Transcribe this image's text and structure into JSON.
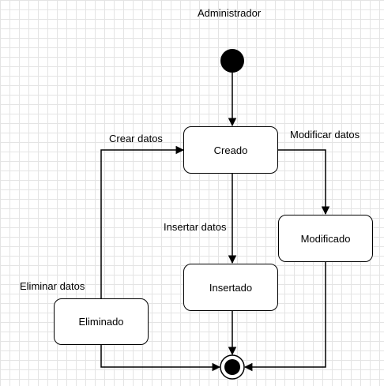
{
  "diagram": {
    "title": "Administrador",
    "states": {
      "creado": "Creado",
      "modificado": "Modificado",
      "insertado": "Insertado",
      "eliminado": "Eliminado"
    },
    "transitions": {
      "crear": "Crear datos",
      "modificar": "Modificar datos",
      "insertar": "Insertar datos",
      "eliminar": "Eliminar datos"
    },
    "colors": {
      "line": "#000000",
      "fill": "#ffffff",
      "grid": "#e4e4e4"
    }
  }
}
